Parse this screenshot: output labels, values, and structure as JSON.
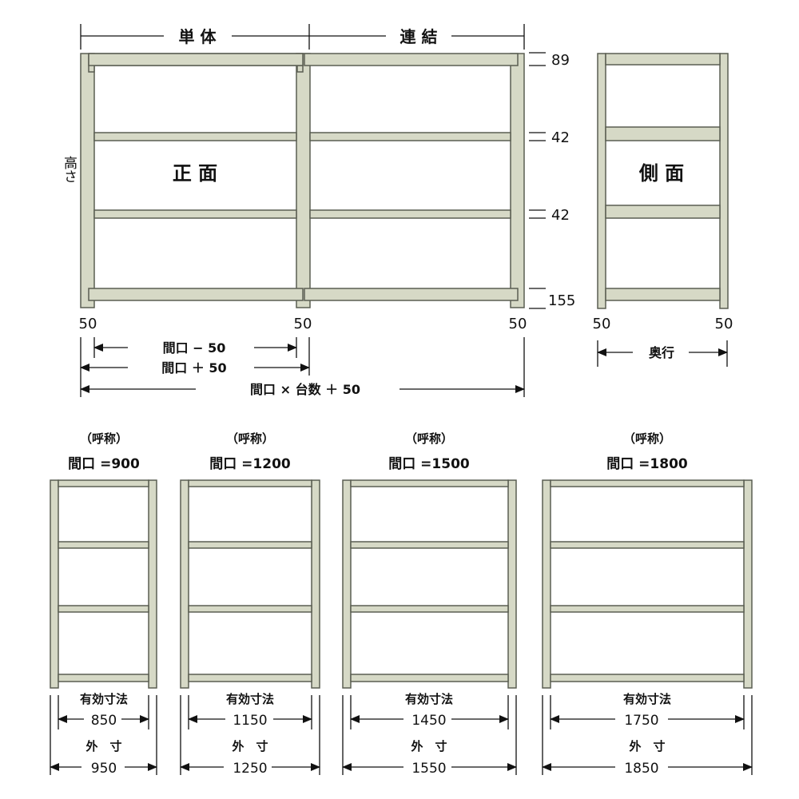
{
  "colors": {
    "frame_fill": "#d6d9c6",
    "frame_stroke": "#5a5e52",
    "line": "#111111",
    "background": "#ffffff"
  },
  "front_view": {
    "label": "正 面",
    "single_label": "単 体",
    "connected_label": "連 結",
    "height_label": "高さ",
    "right_dims": [
      "89",
      "42",
      "42",
      "155"
    ],
    "post_widths": [
      "50",
      "50",
      "50"
    ],
    "dim_inner": "間口 − 50",
    "dim_single": "間口 ＋ 50",
    "dim_total": "間口 × 台数 ＋ 50"
  },
  "side_view": {
    "label": "側 面",
    "post_widths": [
      "50",
      "50"
    ],
    "depth_label": "奥行"
  },
  "sizes": [
    {
      "caption": "（呼称）",
      "nominal": "間口 =900",
      "effective_label": "有効寸法",
      "effective": "850",
      "outer_label": "外　寸",
      "outer": "950"
    },
    {
      "caption": "（呼称）",
      "nominal": "間口 =1200",
      "effective_label": "有効寸法",
      "effective": "1150",
      "outer_label": "外　寸",
      "outer": "1250"
    },
    {
      "caption": "（呼称）",
      "nominal": "間口 =1500",
      "effective_label": "有効寸法",
      "effective": "1450",
      "outer_label": "外　寸",
      "outer": "1550"
    },
    {
      "caption": "（呼称）",
      "nominal": "間口 =1800",
      "effective_label": "有効寸法",
      "effective": "1750",
      "outer_label": "外　寸",
      "outer": "1850"
    }
  ]
}
